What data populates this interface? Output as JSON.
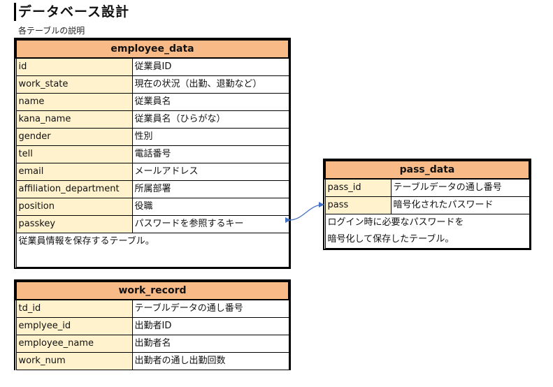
{
  "page": {
    "title": "データベース設計",
    "subtitle": "各テーブルの説明"
  },
  "employee_data": {
    "name": "employee_data",
    "rows": [
      {
        "key": "id",
        "value": "従業員ID"
      },
      {
        "key": "work_state",
        "value": "現在の状況（出勤、退勤など）"
      },
      {
        "key": "name",
        "value": "従業員名"
      },
      {
        "key": "kana_name",
        "value": "従業員名（ひらがな）"
      },
      {
        "key": "gender",
        "value": "性別"
      },
      {
        "key": "tell",
        "value": "電話番号"
      },
      {
        "key": "email",
        "value": "メールアドレス"
      },
      {
        "key": "affiliation_department",
        "value": "所属部署"
      },
      {
        "key": "position",
        "value": "役職"
      },
      {
        "key": "passkey",
        "value": "パスワードを参照するキー"
      }
    ],
    "note": "従業員情報を保存するテーブル。"
  },
  "pass_data": {
    "name": "pass_data",
    "rows": [
      {
        "key": "pass_id",
        "value": "テーブルデータの通し番号"
      },
      {
        "key": "pass",
        "value": "暗号化されたパスワード"
      }
    ],
    "note_line1": "ログイン時に必要なパスワードを",
    "note_line2": "暗号化して保存したテーブル。"
  },
  "work_record": {
    "name": "work_record",
    "rows": [
      {
        "key": "td_id",
        "value": "テーブルデータの通し番号"
      },
      {
        "key": "emplyee_id",
        "value": "出勤者ID"
      },
      {
        "key": "employee_name",
        "value": "出勤者名"
      },
      {
        "key": "work_num",
        "value": "出勤者の通し出勤回数"
      }
    ]
  },
  "colors": {
    "header_fill": "#f8ba87",
    "key_fill": "#fff2cc",
    "connector": "#4472c4"
  },
  "icons": {
    "relation": "double-headed-curved-arrow"
  }
}
